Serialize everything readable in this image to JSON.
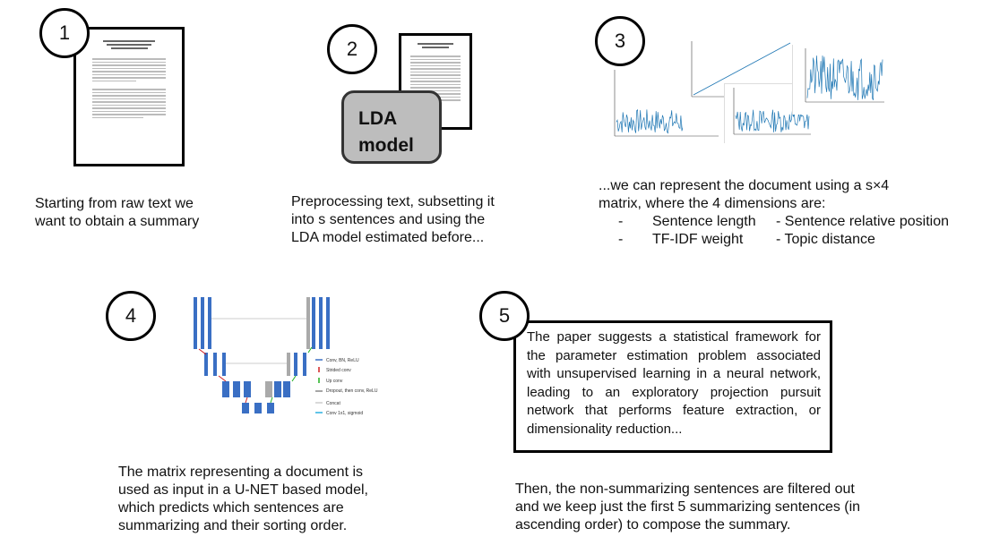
{
  "steps": [
    {
      "number": "1",
      "caption_lines": [
        "Starting from raw text we",
        "want to obtain a summary"
      ]
    },
    {
      "number": "2",
      "caption_lines": [
        "Preprocessing text, subsetting it",
        "into s sentences and using the",
        "LDA model estimated before..."
      ],
      "lda_label_1": "LDA",
      "lda_label_2": "model"
    },
    {
      "number": "3",
      "caption_line1": "...we can represent the document using a s×4",
      "caption_line2": "matrix, where the 4 dimensions are:",
      "dimensions": [
        {
          "bullet": "-",
          "a": "Sentence length",
          "b": "- Sentence relative position"
        },
        {
          "bullet": "-",
          "a": "TF-IDF weight",
          "b": "- Topic distance"
        }
      ]
    },
    {
      "number": "4",
      "caption_lines": [
        "The matrix representing a document is",
        "used as input in a U-NET based model,",
        "which predicts which sentences are",
        "summarizing and their sorting order."
      ],
      "legend": [
        "Conv, BN, ReLU",
        "Strided conv",
        "Up conv",
        "Dropout, then conv, ReLU",
        "Concat",
        "Conv 1x1, sigmoid"
      ]
    },
    {
      "number": "5",
      "box_text": "The paper suggests a statistical framework for the parameter estimation problem associated with unsupervised learning in a neural network, leading to an exploratory projection pursuit network that performs feature extraction, or dimensionality reduction...",
      "caption_lines": [
        "Then, the non-summarizing sentences are filtered out",
        "and we keep just the first 5 summarizing sentences (in",
        "ascending order) to compose the summary."
      ]
    }
  ],
  "colors": {
    "lda_fill": "#bdbdbd",
    "plot_line": "#1f77b4",
    "unet_block": "#3a6fc4",
    "arrow_red": "#d32020",
    "arrow_green": "#20b020"
  }
}
